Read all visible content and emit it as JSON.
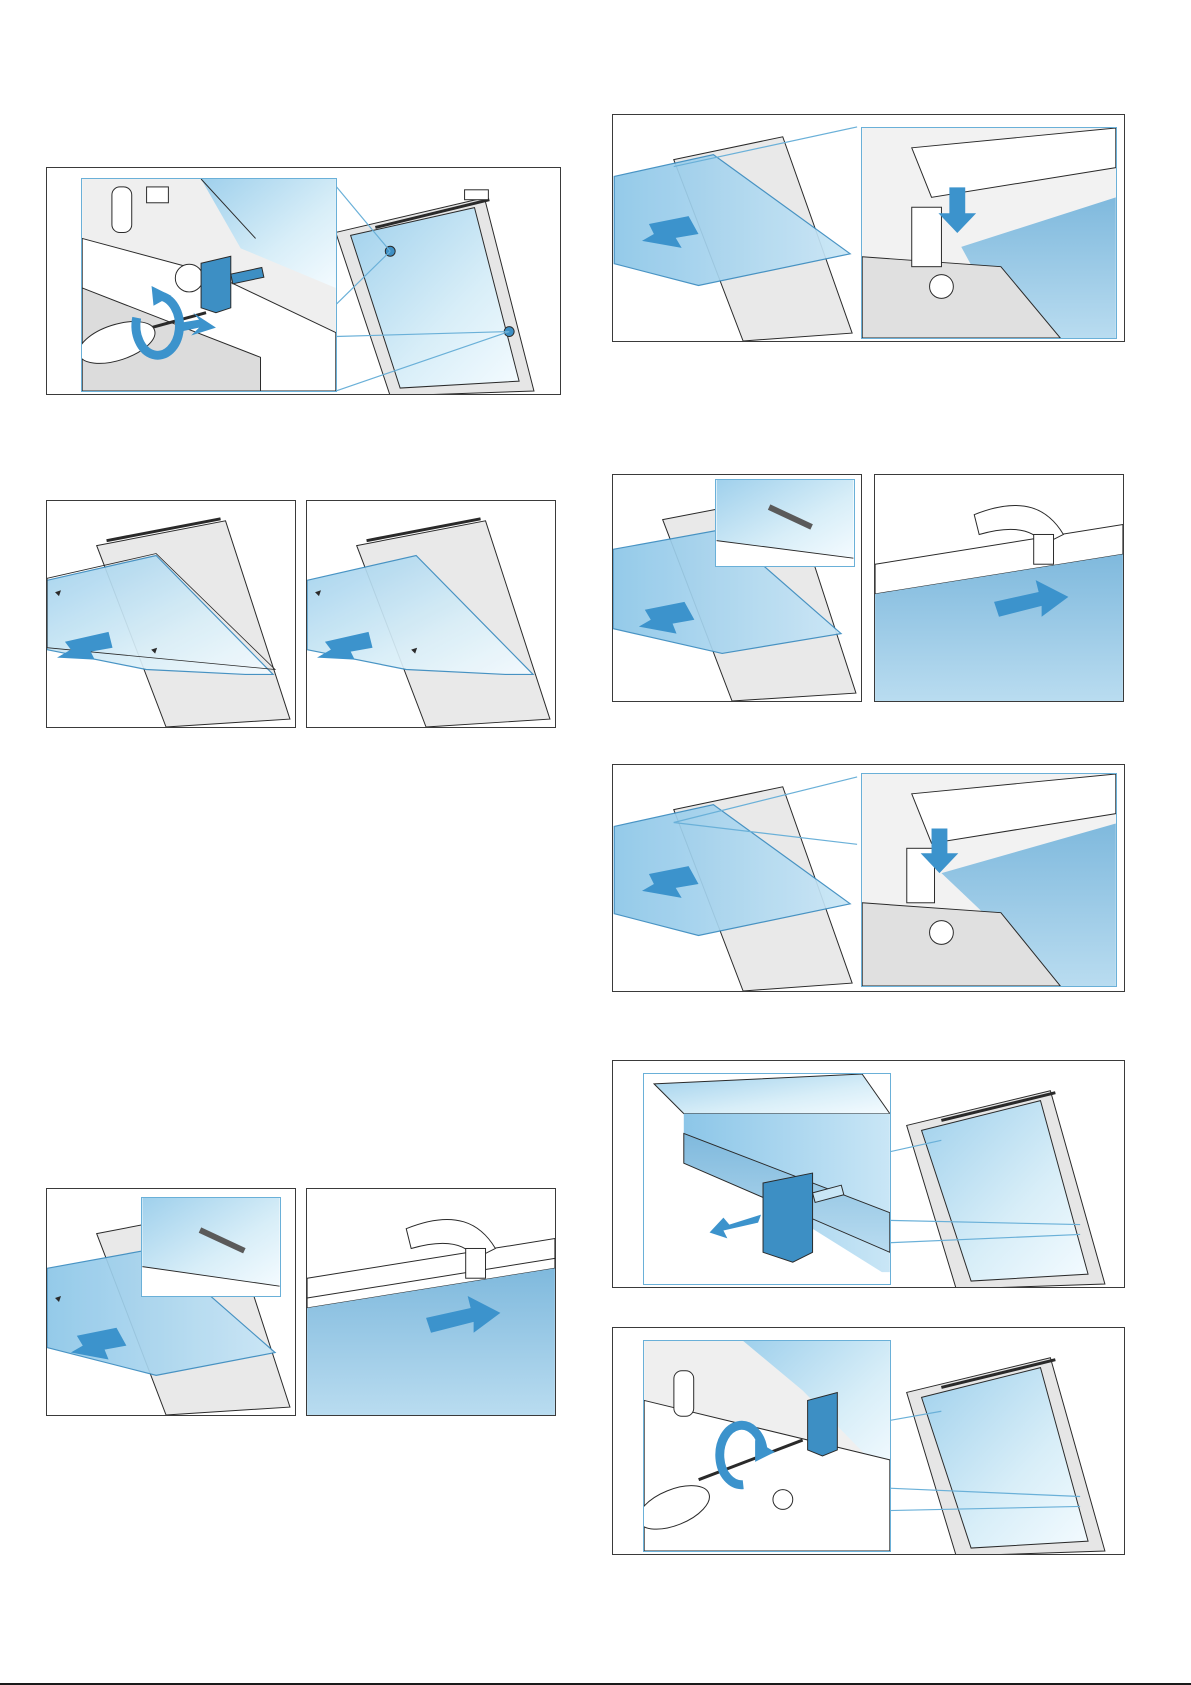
{
  "colors": {
    "glass": "#bfe0f2",
    "glass_edge": "#3a8bbf",
    "arrow": "#3c93cc",
    "clip": "#3d8fc4",
    "line": "#2a2a2a",
    "zoom_border": "#6ab0d8"
  },
  "figures": [
    {
      "id": "fig-1",
      "description_icon": "screw-clip-removal"
    },
    {
      "id": "fig-2a",
      "description_icon": "pull-glass-out"
    },
    {
      "id": "fig-2b",
      "description_icon": "pull-glass-out"
    },
    {
      "id": "fig-3a",
      "description_icon": "insert-glass-label"
    },
    {
      "id": "fig-3b",
      "description_icon": "push-into-holder"
    },
    {
      "id": "fig-4",
      "description_icon": "insert-glass-press-down"
    },
    {
      "id": "fig-5a",
      "description_icon": "insert-glass-label"
    },
    {
      "id": "fig-5b",
      "description_icon": "push-into-holder"
    },
    {
      "id": "fig-6",
      "description_icon": "insert-glass-press-down"
    },
    {
      "id": "fig-7",
      "description_icon": "attach-clip"
    },
    {
      "id": "fig-8",
      "description_icon": "screw-clip-tighten"
    }
  ]
}
